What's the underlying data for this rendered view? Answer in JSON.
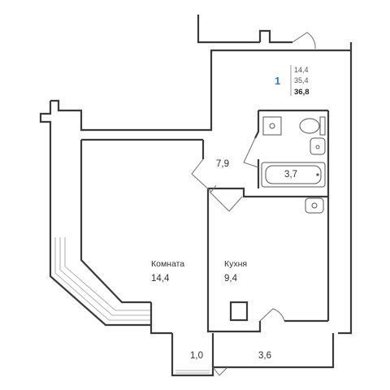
{
  "plan": {
    "apartment_number": "1",
    "summary": {
      "living": "14,4",
      "useful": "35,4",
      "total": "36,8"
    },
    "rooms": [
      {
        "id": "living-room",
        "name": "Комната",
        "area": "14,4"
      },
      {
        "id": "kitchen",
        "name": "Кухня",
        "area": "9,4"
      },
      {
        "id": "hallway",
        "name": "",
        "area": "7,9"
      },
      {
        "id": "bathroom",
        "name": "",
        "area": "3,7"
      },
      {
        "id": "balcony-small",
        "name": "",
        "area": "1,0"
      },
      {
        "id": "balcony-large",
        "name": "",
        "area": "3,6"
      }
    ],
    "colors": {
      "accent": "#2a7fd4",
      "wall": "#3a3a3a"
    }
  }
}
